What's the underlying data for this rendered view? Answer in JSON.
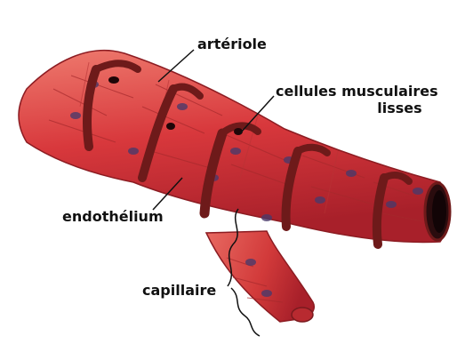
{
  "labels": {
    "arteriole": "artériole",
    "muscle_line1": "cellules musculaires",
    "muscle_line2": "lisses",
    "endothelium": "endothélium",
    "capillaire": "capillaire"
  },
  "colors": {
    "vessel": "#d8383c",
    "vessel_dark": "#a8202a",
    "vessel_light": "#ee7a6e",
    "muscle_band": "#6e1a1a",
    "nucleus": "#4a3a6a",
    "line": "#111111"
  }
}
